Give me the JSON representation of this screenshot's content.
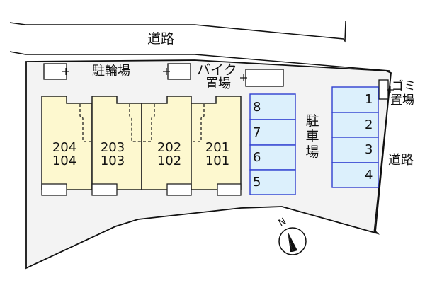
{
  "map": {
    "roads": {
      "north_label": "道路",
      "east_label": "道路"
    },
    "facilities": {
      "bicycle_parking": "駐輪場",
      "motorbike_parking_line1": "バイク",
      "motorbike_parking_line2": "置場",
      "garbage_line1": "ゴミ",
      "garbage_line2": "置場",
      "car_parking": [
        "駐",
        "車",
        "場"
      ]
    },
    "units": [
      {
        "upper": "204",
        "lower": "104"
      },
      {
        "upper": "203",
        "lower": "103"
      },
      {
        "upper": "202",
        "lower": "102"
      },
      {
        "upper": "201",
        "lower": "101"
      }
    ],
    "parking_left": [
      "8",
      "7",
      "6",
      "5"
    ],
    "parking_right": [
      "1",
      "2",
      "3",
      "4"
    ],
    "compass": {
      "label": "N"
    },
    "colors": {
      "lot": "#f3f3f3",
      "unit_fill": "#fdf8cf",
      "parking_fill": "#dcf0fc",
      "parking_border": "#2f3fd0",
      "outline": "#111111"
    }
  }
}
